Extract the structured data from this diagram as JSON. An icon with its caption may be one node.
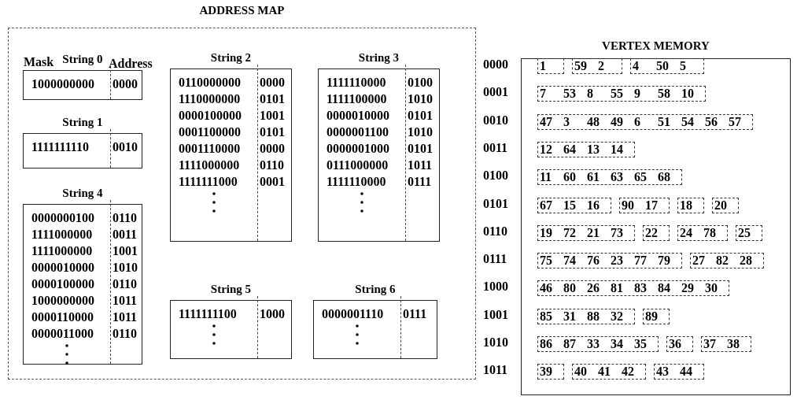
{
  "diagram": {
    "nodes": [
      {
        "text": [
          "ADDRESS MAP"
        ]
      },
      {
        "text": [
          "String 0",
          "1000000000",
          "0000"
        ],
        "in": 0
      },
      {
        "text": [
          "String 1",
          "1111111110",
          "0010"
        ],
        "in": 0
      },
      {
        "text": [
          "String 2",
          "0110000000",
          "0000",
          "1110000000",
          "0101",
          "0000100000",
          "1001",
          "0001100000",
          "0101",
          "0001110000",
          "0000",
          "1111000000",
          "0110",
          "1111111000",
          "0001"
        ],
        "in": 0
      },
      {
        "text": [
          "String 3",
          "1111110000",
          "0100",
          "1111100000",
          "1010",
          "0000010000",
          "0101",
          "0000001100",
          "1010",
          "0000001000",
          "0101",
          "0111000000",
          "1011",
          "1111110000",
          "0111"
        ],
        "in": 0
      },
      {
        "text": [
          "String 4",
          "0000000100",
          "0110",
          "1111000000",
          "0011",
          "1111000000",
          "1001",
          "0000010000",
          "1010",
          "0000100000",
          "0110",
          "1000000000",
          "1011",
          "0000110000",
          "1011",
          "0000011000",
          "0110"
        ],
        "in": 0
      },
      {
        "text": [
          "String 5",
          "1111111100",
          "1000"
        ],
        "in": 0
      },
      {
        "text": [
          "String 6",
          "0000001110",
          "0111"
        ],
        "in": 0
      },
      {
        "text": [
          "VERTEX MEMORY"
        ]
      },
      {
        "text": [
          "1"
        ],
        "in": 8
      },
      {
        "text": [
          "59",
          "2"
        ],
        "in": 8
      },
      {
        "text": [
          "4",
          "50",
          "5"
        ],
        "in": 8
      },
      {
        "text": [
          "7",
          "53",
          "8",
          "55",
          "9",
          "58",
          "10"
        ],
        "in": 8
      },
      {
        "text": [
          "47",
          "3",
          "48",
          "49",
          "6",
          "51",
          "54",
          "56",
          "57"
        ],
        "in": 8
      },
      {
        "text": [
          "12",
          "64",
          "13",
          "14"
        ],
        "in": 8
      },
      {
        "text": [
          "11",
          "60",
          "61",
          "63",
          "65",
          "68"
        ],
        "in": 8
      },
      {
        "text": [
          "67",
          "15",
          "16"
        ],
        "in": 8
      },
      {
        "text": [
          "90",
          "17"
        ],
        "in": 8
      },
      {
        "text": [
          "18"
        ],
        "in": 8
      },
      {
        "text": [
          "20"
        ],
        "in": 8
      },
      {
        "text": [
          "19",
          "72",
          "21",
          "73"
        ],
        "in": 8
      },
      {
        "text": [
          "22"
        ],
        "in": 8
      },
      {
        "text": [
          "24",
          "78"
        ],
        "in": 8
      },
      {
        "text": [
          "25"
        ],
        "in": 8
      },
      {
        "text": [
          "75",
          "74",
          "76",
          "23",
          "77",
          "79"
        ],
        "in": 8
      },
      {
        "text": [
          "27",
          "82",
          "28"
        ],
        "in": 8
      },
      {
        "text": [
          "46",
          "80",
          "26",
          "81",
          "83",
          "84",
          "29",
          "30"
        ],
        "in": 8
      },
      {
        "text": [
          "85",
          "31",
          "88",
          "32"
        ],
        "in": 8
      },
      {
        "text": [
          "89"
        ],
        "in": 8
      },
      {
        "text": [
          "86",
          "87",
          "33",
          "34",
          "35"
        ],
        "in": 8
      },
      {
        "text": [
          "36"
        ],
        "in": 8
      },
      {
        "text": [
          "37",
          "38"
        ],
        "in": 8
      },
      {
        "text": [
          "39"
        ],
        "in": 8
      },
      {
        "text": [
          "40",
          "41",
          "42"
        ],
        "in": 8
      },
      {
        "text": [
          "43",
          "44"
        ],
        "in": 8
      }
    ],
    "labels": [
      "Mask",
      "Address",
      "0000",
      "0001",
      "0010",
      "0011",
      "0100",
      "0101",
      "0110",
      "0111",
      "1000",
      "1001",
      "1010",
      "1011"
    ]
  }
}
